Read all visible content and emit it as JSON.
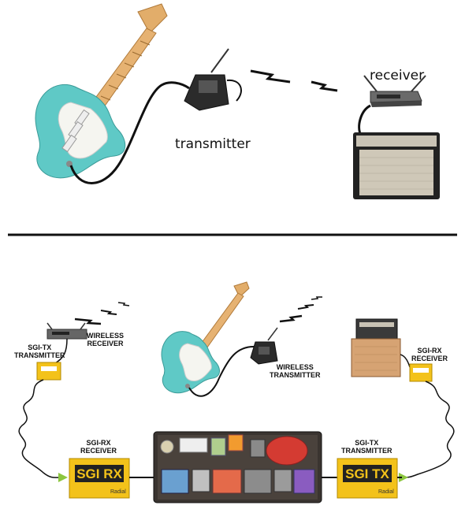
{
  "top": {
    "transmitter_label": "transmitter",
    "receiver_label": "receiver"
  },
  "bottom": {
    "sgi_tx_left": [
      "SGI-TX",
      "TRANSMITTER"
    ],
    "wireless_receiver": [
      "WIRELESS",
      "RECEIVER"
    ],
    "wireless_transmitter": [
      "WIRELESS",
      "TRANSMITTER"
    ],
    "sgi_rx_right": [
      "SGI-RX",
      "RECEIVER"
    ],
    "sgi_rx_lower": [
      "SGI-RX",
      "RECEIVER"
    ],
    "sgi_tx_lower": [
      "SGI-TX",
      "TRANSMITTER"
    ],
    "rx_box_text": "SGI RX",
    "tx_box_text": "SGI TX",
    "maker": "Radial"
  },
  "colors": {
    "guitar_body": "#5fc9c6",
    "sgi_yellow": "#f3c21a",
    "arrow_green": "#8cc63f",
    "divider": "#111111"
  }
}
